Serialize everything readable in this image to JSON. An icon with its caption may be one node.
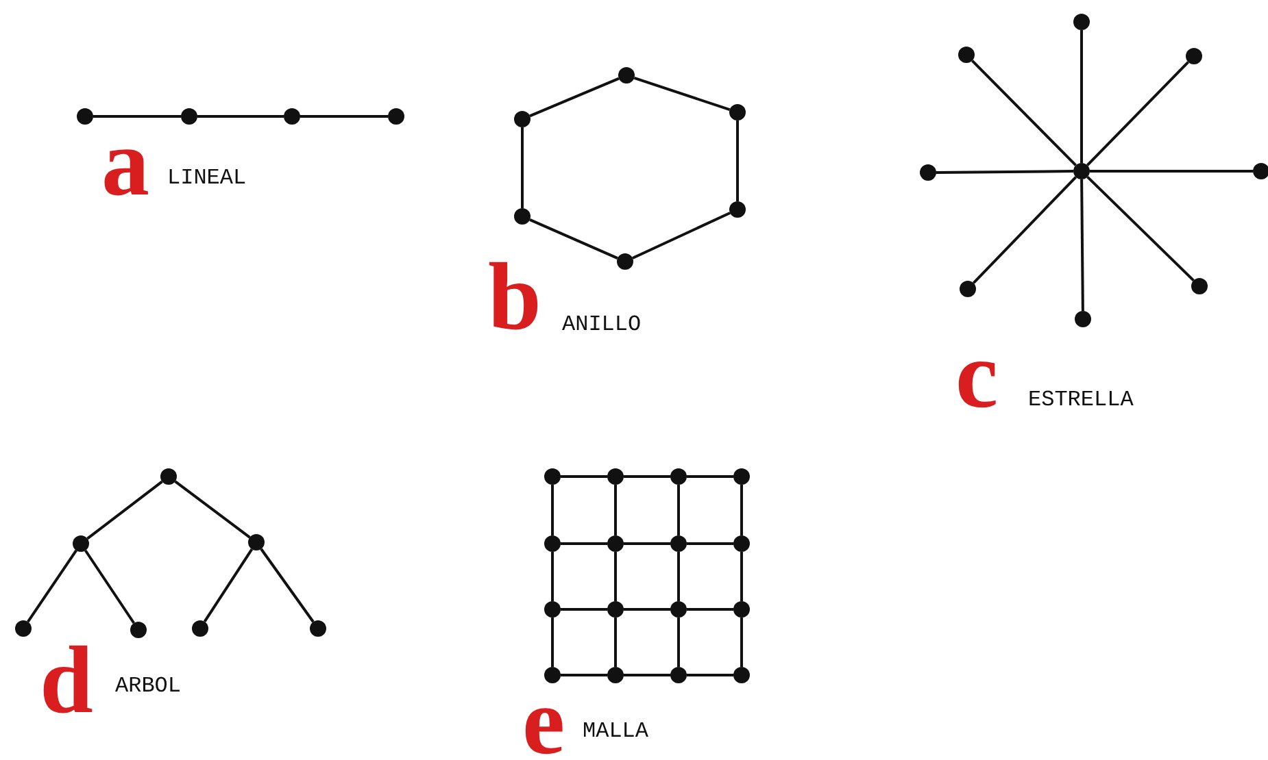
{
  "diagram": {
    "nodes": [
      {
        "text": [],
        "shape": "circle"
      },
      {
        "text": [],
        "shape": "circle"
      },
      {
        "text": [],
        "shape": "circle"
      },
      {
        "text": [],
        "shape": "circle"
      },
      {
        "text": [],
        "shape": "circle"
      },
      {
        "text": [],
        "shape": "circle"
      },
      {
        "text": [],
        "shape": "circle"
      },
      {
        "text": [],
        "shape": "circle"
      },
      {
        "text": [],
        "shape": "circle"
      },
      {
        "text": [],
        "shape": "circle"
      },
      {
        "text": [],
        "shape": "circle"
      },
      {
        "text": [],
        "shape": "circle"
      },
      {
        "text": [],
        "shape": "circle"
      },
      {
        "text": [],
        "shape": "circle"
      },
      {
        "text": [],
        "shape": "circle"
      },
      {
        "text": [],
        "shape": "circle"
      },
      {
        "text": [],
        "shape": "circle"
      },
      {
        "text": [],
        "shape": "circle"
      },
      {
        "text": [],
        "shape": "circle"
      },
      {
        "text": [],
        "shape": "circle"
      },
      {
        "text": [],
        "shape": "circle"
      },
      {
        "text": [],
        "shape": "circle"
      },
      {
        "text": [],
        "shape": "circle"
      },
      {
        "text": [],
        "shape": "circle"
      },
      {
        "text": [],
        "shape": "circle"
      },
      {
        "text": [],
        "shape": "circle"
      },
      {
        "text": [],
        "shape": "circle"
      },
      {
        "text": [],
        "shape": "circle"
      },
      {
        "text": [],
        "shape": "circle"
      },
      {
        "text": [],
        "shape": "circle"
      },
      {
        "text": [],
        "shape": "circle"
      },
      {
        "text": [],
        "shape": "circle"
      },
      {
        "text": [],
        "shape": "circle"
      },
      {
        "text": [],
        "shape": "circle"
      },
      {
        "text": [],
        "shape": "circle"
      },
      {
        "text": [],
        "shape": "circle"
      },
      {
        "text": [],
        "shape": "circle"
      },
      {
        "text": [],
        "shape": "circle"
      },
      {
        "text": [],
        "shape": "circle"
      },
      {
        "text": [],
        "shape": "circle"
      },
      {
        "text": [],
        "shape": "circle"
      },
      {
        "text": [],
        "shape": "circle"
      }
    ],
    "edges": [
      {
        "from": 0,
        "to": 1,
        "arrow": "none"
      },
      {
        "from": 1,
        "to": 2,
        "arrow": "none"
      },
      {
        "from": 2,
        "to": 3,
        "arrow": "none"
      },
      {
        "from": 4,
        "to": 5,
        "arrow": "none"
      },
      {
        "from": 5,
        "to": 6,
        "arrow": "none"
      },
      {
        "from": 6,
        "to": 7,
        "arrow": "none"
      },
      {
        "from": 7,
        "to": 8,
        "arrow": "none"
      },
      {
        "from": 8,
        "to": 9,
        "arrow": "none"
      },
      {
        "from": 9,
        "to": 4,
        "arrow": "none"
      },
      {
        "from": 14,
        "to": 10,
        "arrow": "none"
      },
      {
        "from": 14,
        "to": 11,
        "arrow": "none"
      },
      {
        "from": 14,
        "to": 12,
        "arrow": "none"
      },
      {
        "from": 14,
        "to": 13,
        "arrow": "none"
      },
      {
        "from": 14,
        "to": 15,
        "arrow": "none"
      },
      {
        "from": 14,
        "to": 16,
        "arrow": "none"
      },
      {
        "from": 14,
        "to": 17,
        "arrow": "none"
      },
      {
        "from": 14,
        "to": 18,
        "arrow": "none"
      },
      {
        "from": 19,
        "to": 20,
        "arrow": "none"
      },
      {
        "from": 19,
        "to": 21,
        "arrow": "none"
      },
      {
        "from": 20,
        "to": 22,
        "arrow": "none"
      },
      {
        "from": 20,
        "to": 23,
        "arrow": "none"
      },
      {
        "from": 21,
        "to": 24,
        "arrow": "none"
      },
      {
        "from": 21,
        "to": 25,
        "arrow": "none"
      },
      {
        "from": 26,
        "to": 27,
        "arrow": "none"
      },
      {
        "from": 27,
        "to": 28,
        "arrow": "none"
      },
      {
        "from": 28,
        "to": 29,
        "arrow": "none"
      },
      {
        "from": 30,
        "to": 31,
        "arrow": "none"
      },
      {
        "from": 31,
        "to": 32,
        "arrow": "none"
      },
      {
        "from": 32,
        "to": 33,
        "arrow": "none"
      },
      {
        "from": 34,
        "to": 35,
        "arrow": "none"
      },
      {
        "from": 35,
        "to": 36,
        "arrow": "none"
      },
      {
        "from": 36,
        "to": 37,
        "arrow": "none"
      },
      {
        "from": 38,
        "to": 39,
        "arrow": "none"
      },
      {
        "from": 39,
        "to": 40,
        "arrow": "none"
      },
      {
        "from": 40,
        "to": 41,
        "arrow": "none"
      },
      {
        "from": 26,
        "to": 30,
        "arrow": "none"
      },
      {
        "from": 30,
        "to": 34,
        "arrow": "none"
      },
      {
        "from": 34,
        "to": 38,
        "arrow": "none"
      },
      {
        "from": 27,
        "to": 31,
        "arrow": "none"
      },
      {
        "from": 31,
        "to": 35,
        "arrow": "none"
      },
      {
        "from": 35,
        "to": 39,
        "arrow": "none"
      },
      {
        "from": 28,
        "to": 32,
        "arrow": "none"
      },
      {
        "from": 32,
        "to": 36,
        "arrow": "none"
      },
      {
        "from": 36,
        "to": 40,
        "arrow": "none"
      },
      {
        "from": 29,
        "to": 33,
        "arrow": "none"
      },
      {
        "from": 33,
        "to": 37,
        "arrow": "none"
      },
      {
        "from": 37,
        "to": 41,
        "arrow": "none"
      }
    ],
    "labels": [
      "a",
      "LINEAL",
      "b",
      "ANILLO",
      "c",
      "ESTRELLA",
      "d",
      "ARBOL",
      "e",
      "MALLA"
    ]
  }
}
